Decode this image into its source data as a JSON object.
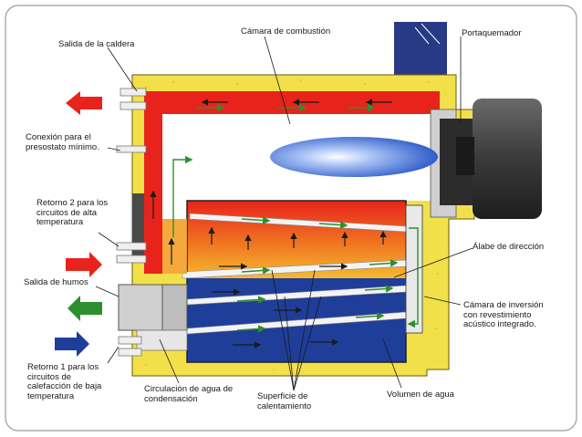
{
  "labels": {
    "salida_caldera": "Salida de la caldera",
    "camara_combustion": "Cámara de combustión",
    "portaquemador": "Portaquemador",
    "conexion_presostato": "Conexión para el\npresostato mínimo.",
    "retorno_2": "Retorno 2 para los\ncircuitos de alta\ntemperatura",
    "alabe_direccion": "Álabe de dirección",
    "salida_humos": "Salida de humos",
    "camara_inversion": "Cámara de inversión\ncon revestimiento\nacústico integrado.",
    "retorno_1": "Retorno 1 para los\ncircuitos de\ncalefacción de baja\ntemperatura",
    "circulacion_agua": "Circulación de agua de\ncondensación",
    "superficie_calentamiento": "Superficie de\ncalentamiento",
    "volumen_agua": "Volumen de agua"
  },
  "colors": {
    "insulation": "#f2e04a",
    "hot_water": "#e8231b",
    "cold_water": "#1f3e9a",
    "flow_arrow": "#2e8f2e",
    "burner": "#3b3b3b",
    "flame": "#3a6fd6"
  }
}
